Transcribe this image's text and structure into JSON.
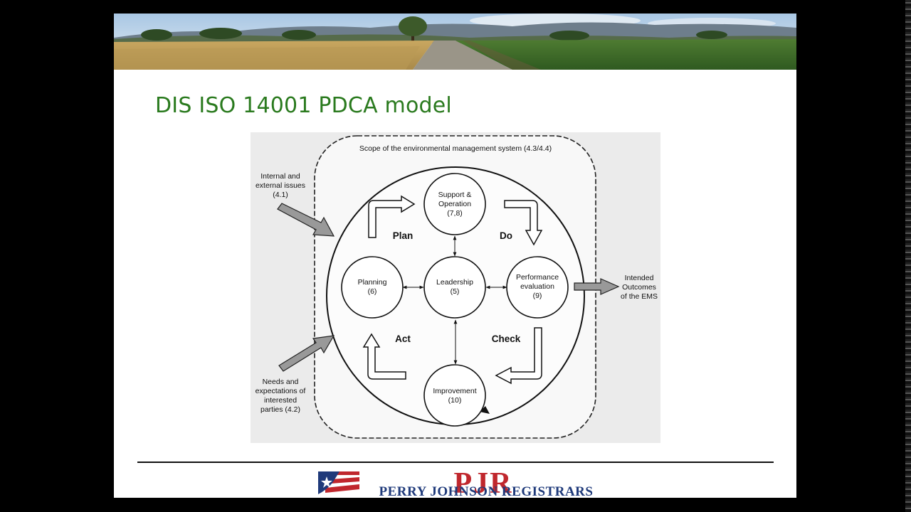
{
  "slide": {
    "title": "DIS ISO 14001 PDCA model"
  },
  "diagram": {
    "scope_label": "Scope of the environmental management system (4.3/4.4)",
    "inputs": {
      "issues": [
        "Internal and",
        "external issues",
        "(4.1)"
      ],
      "needs": [
        "Needs and",
        "expectations of",
        "interested",
        "parties (4.2)"
      ]
    },
    "output": [
      "Intended",
      "Outcomes",
      "of the EMS"
    ],
    "nodes": {
      "support": [
        "Support &",
        "Operation",
        "(7,8)"
      ],
      "planning": [
        "Planning",
        "(6)"
      ],
      "leadership": [
        "Leadership",
        "(5)"
      ],
      "performance": [
        "Performance",
        "evaluation",
        "(9)"
      ],
      "improvement": [
        "Improvement",
        "(10)"
      ]
    },
    "phases": {
      "plan": "Plan",
      "do": "Do",
      "check": "Check",
      "act": "Act"
    }
  },
  "footer": {
    "company": "PERRY JOHNSON REGISTRARS",
    "monogram": "PJR"
  },
  "colors": {
    "title_green": "#2a7a1e",
    "logo_red": "#c0272d",
    "logo_navy": "#1f3a7a"
  }
}
